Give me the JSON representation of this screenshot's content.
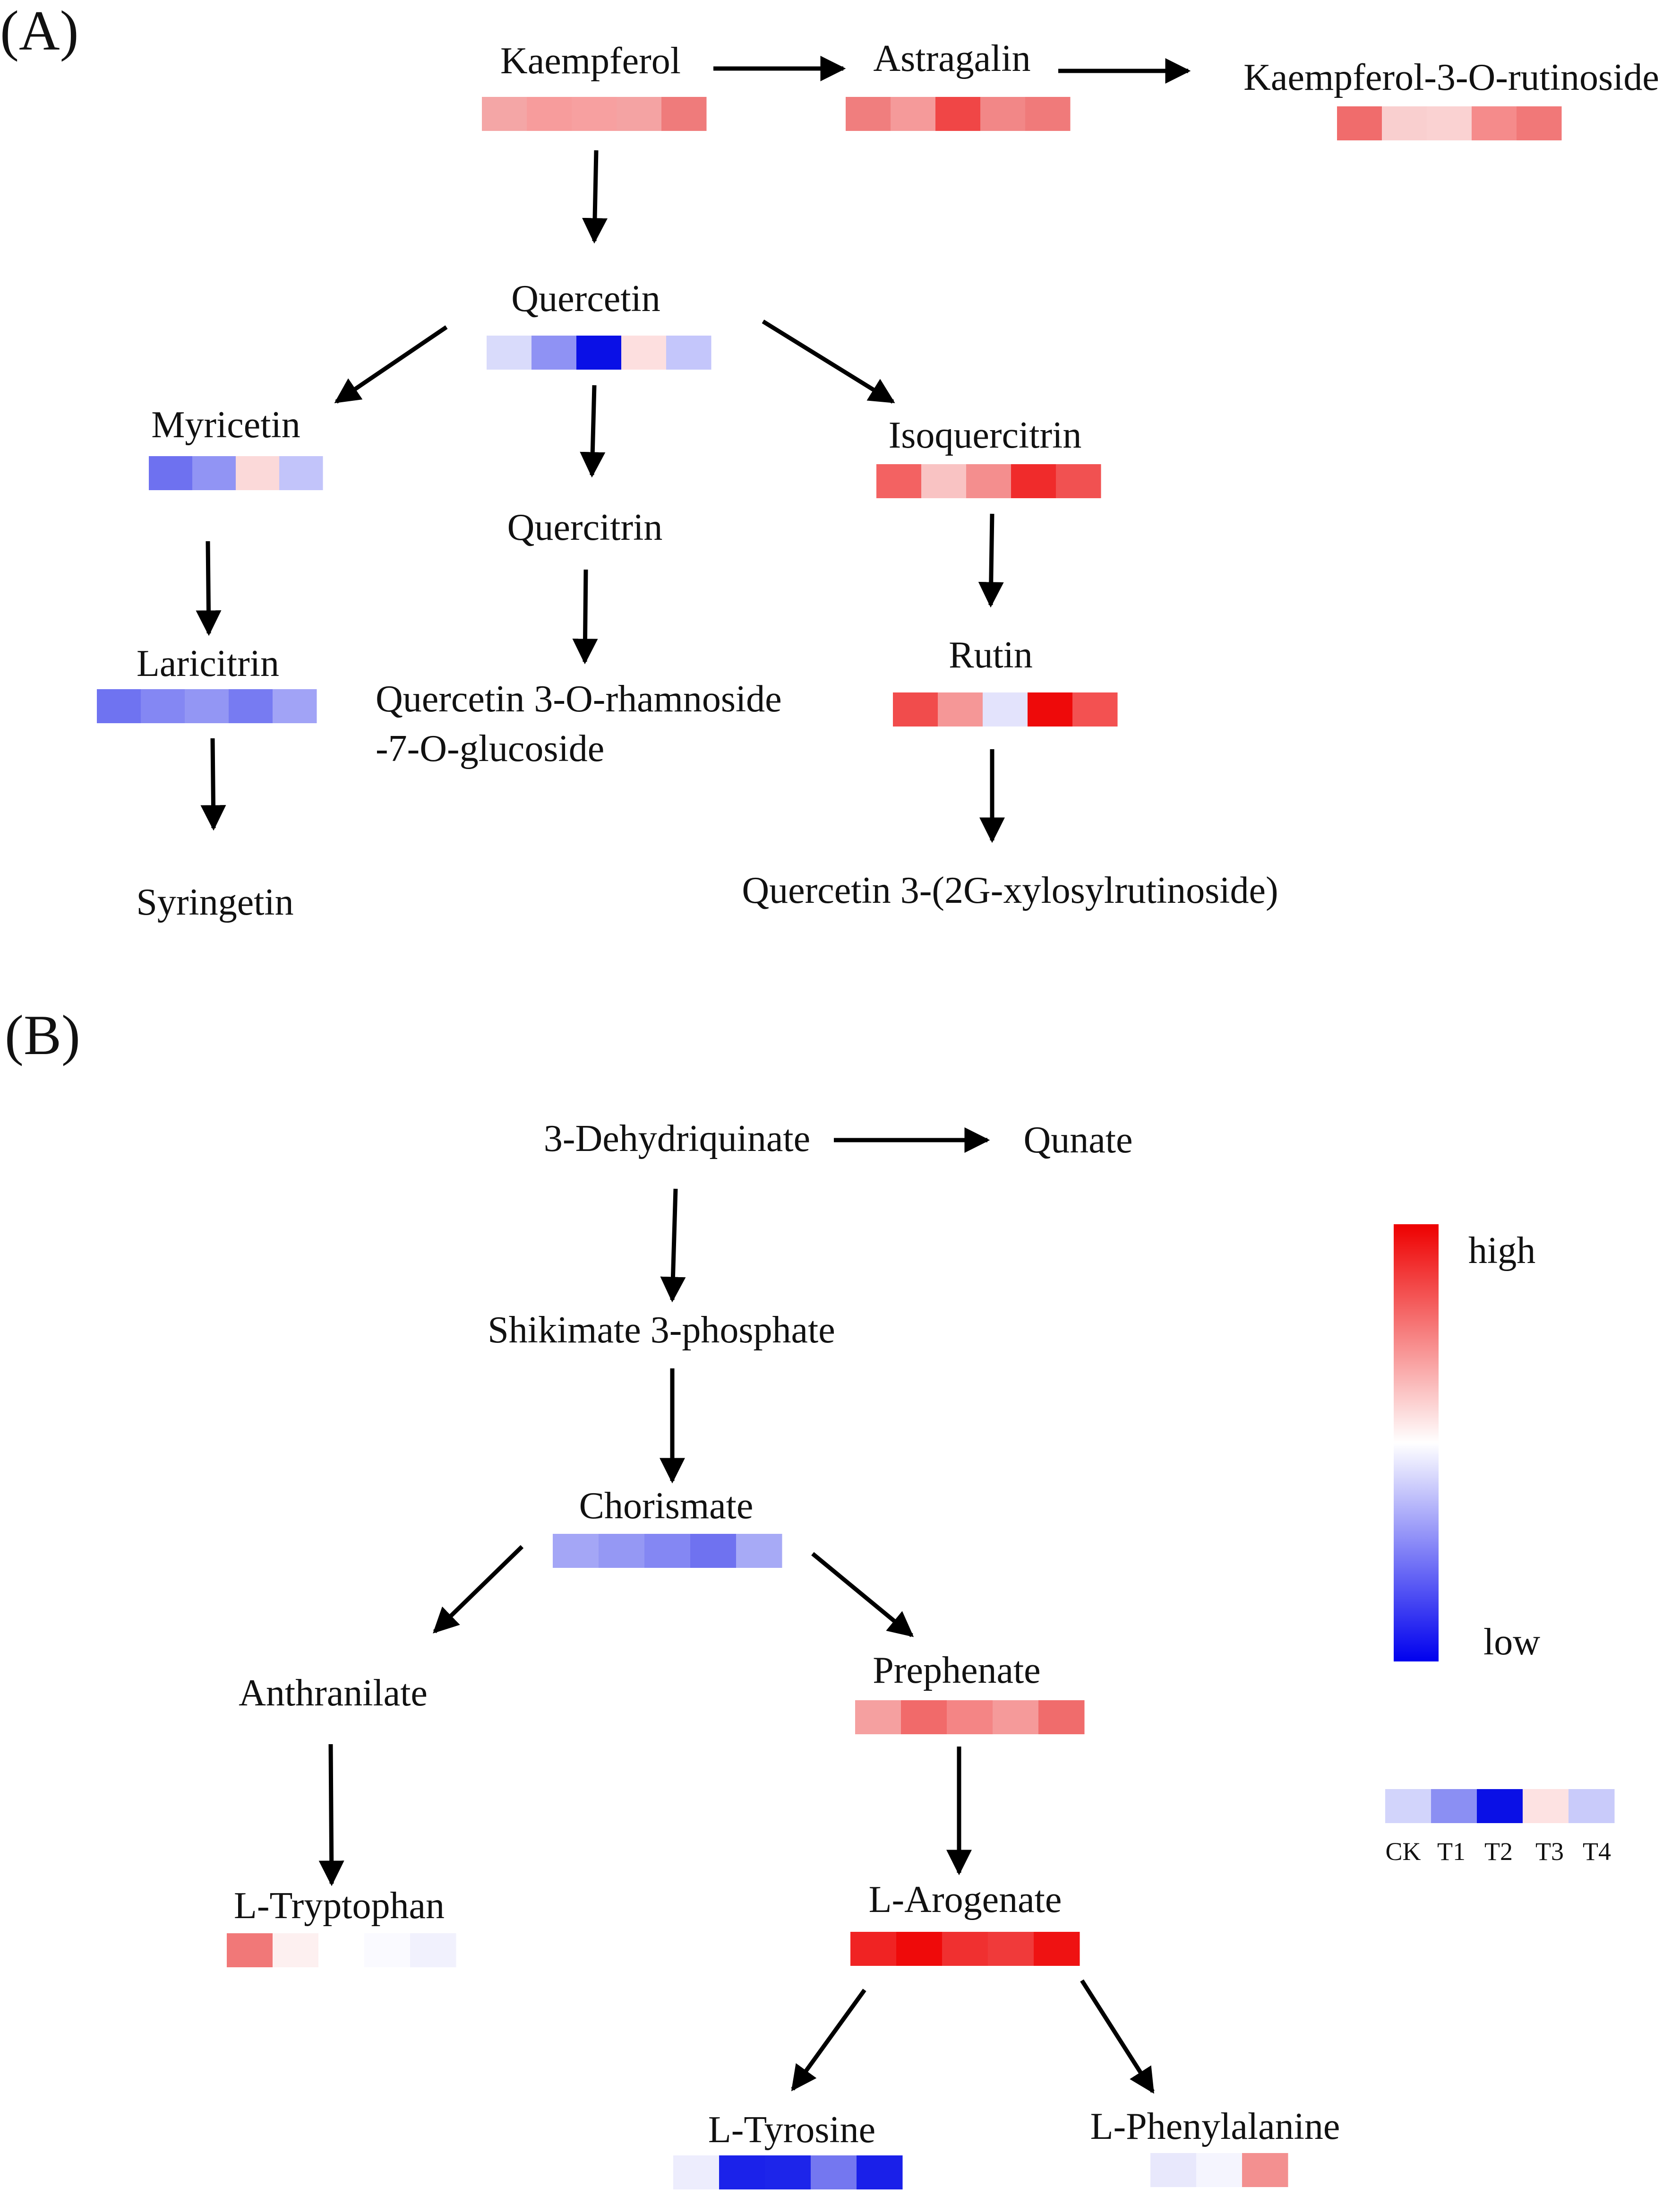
{
  "panels": {
    "a_label": "(A)",
    "b_label": "(B)"
  },
  "nodes": {
    "kaempferol": "Kaempferol",
    "astragalin": "Astragalin",
    "kaempferol_rutinoside": "Kaempferol-3-O-rutinoside",
    "quercetin": "Quercetin",
    "myricetin": "Myricetin",
    "quercitrin": "Quercitrin",
    "isoquercitrin": "Isoquercitrin",
    "laricitrin": "Laricitrin",
    "quercetin_rham_glc_1": "Quercetin 3-O-rhamnoside",
    "quercetin_rham_glc_2": "-7-O-glucoside",
    "rutin": "Rutin",
    "syringetin": "Syringetin",
    "quercetin_xylosyl": "Quercetin 3-(2G-xylosylrutinoside)",
    "dehydroquinate": "3-Dehydriquinate",
    "qunate": "Qunate",
    "shikimate": "Shikimate 3-phosphate",
    "chorismate": "Chorismate",
    "anthranilate": "Anthranilate",
    "prephenate": "Prephenate",
    "tryptophan": "L-Tryptophan",
    "arogenate": "L-Arogenate",
    "tyrosine": "L-Tyrosine",
    "phenylalanine": "L-Phenylalanine"
  },
  "legend": {
    "high": "high",
    "low": "low",
    "samples": [
      "CK",
      "T1",
      "T2",
      "T3",
      "T4"
    ],
    "high_color": "#ff0000",
    "mid_color": "#ffffff",
    "low_color": "#0000ff"
  },
  "heatmaps": {
    "kaempferol": [
      "#f4a6a6",
      "#f79c9c",
      "#f7a0a0",
      "#f4a3a3",
      "#ef7b7b"
    ],
    "astragalin": [
      "#f07e7e",
      "#f59a9a",
      "#f04646",
      "#f28787",
      "#f07a7a"
    ],
    "kaempferol_rutinoside": [
      "#f06c6c",
      "#f9cfcf",
      "#fad2d2",
      "#f58b8b",
      "#f17878"
    ],
    "quercetin": [
      "#d9dbfb",
      "#8f92f4",
      "#0a10e6",
      "#fddfdf",
      "#c4c6fb"
    ],
    "myricetin": [
      "#6e71f0",
      "#9194f4",
      "#fbd9d9",
      "#c2c4fa"
    ],
    "isoquercitrin": [
      "#f36262",
      "#f9c3c3",
      "#f48e8e",
      "#f02b2b",
      "#f15151"
    ],
    "laricitrin": [
      "#6f73f1",
      "#8487f3",
      "#9396f4",
      "#777bf2",
      "#a1a3f6"
    ],
    "rutin": [
      "#f14c4c",
      "#f59797",
      "#e3e3fc",
      "#ee0a0a",
      "#f35151"
    ],
    "chorismate": [
      "#a4a6f6",
      "#9598f4",
      "#8487f3",
      "#6f72f0",
      "#a7aaf6"
    ],
    "prephenate": [
      "#f5a0a0",
      "#f16a6a",
      "#f48585",
      "#f59a9a",
      "#f06c6c"
    ],
    "tryptophan": [
      "#f17878",
      "#fdf0f0",
      "#ffffff",
      "#fafaff",
      "#f1f1fd"
    ],
    "arogenate": [
      "#f02323",
      "#ef0a0a",
      "#f03030",
      "#f03a3a",
      "#ef1212"
    ],
    "tyrosine": [
      "#ededfd",
      "#1b22ea",
      "#1d25ea",
      "#7477f0",
      "#1a20e9"
    ],
    "phenylalanine": [
      "#e8e8fc",
      "#f5f5fe",
      "#f39090"
    ],
    "legend_sample": [
      "#d2d4fb",
      "#8b8ff3",
      "#0a10e6",
      "#fde2e2",
      "#c9cbfa"
    ]
  }
}
